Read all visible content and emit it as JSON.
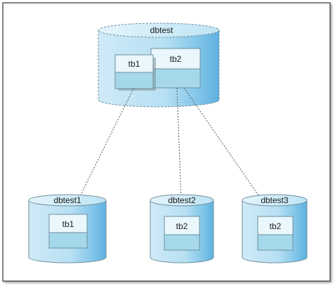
{
  "diagram": {
    "source_db": {
      "label": "dbtest",
      "tables": [
        {
          "label": "tb1"
        },
        {
          "label": "tb2"
        }
      ]
    },
    "target_dbs": [
      {
        "label": "dbtest1",
        "table": "tb1"
      },
      {
        "label": "dbtest2",
        "table": "tb2"
      },
      {
        "label": "dbtest3",
        "table": "tb2"
      }
    ],
    "colors": {
      "cylinder_light": "#d7eef9",
      "cylinder_mid": "#a9daf0",
      "cylinder_dark": "#5fb3e0",
      "table_header": "#eaf7fc",
      "table_body": "#a5d8eb",
      "border": "#6f8f9c",
      "connector": "#555555",
      "frame": "#333333"
    }
  }
}
